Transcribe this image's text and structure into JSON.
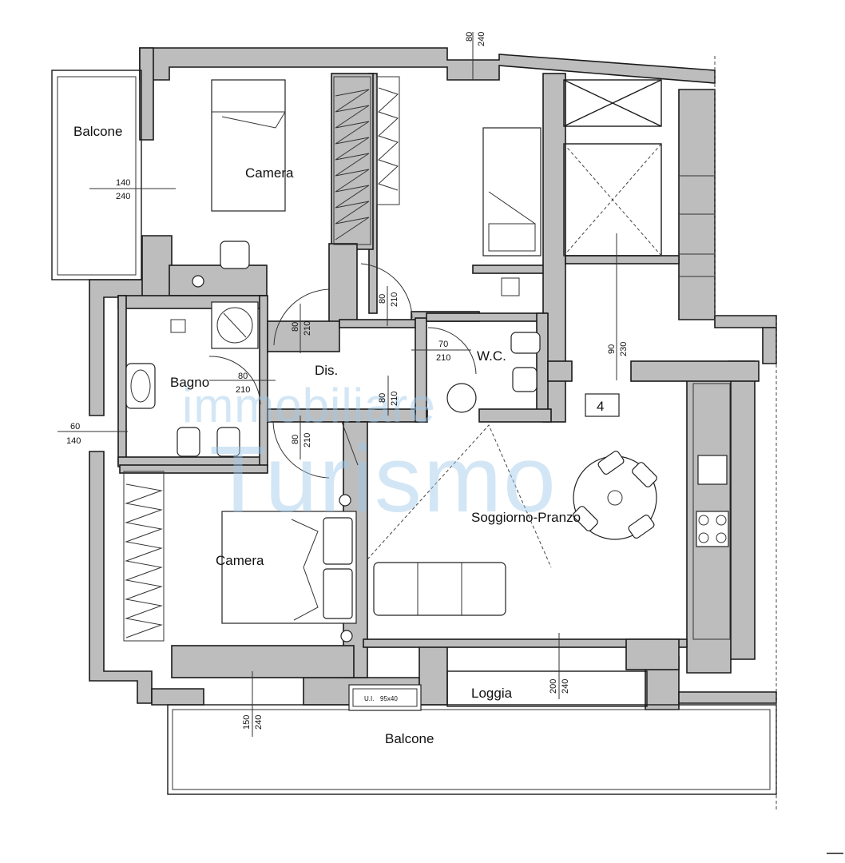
{
  "rooms": {
    "balcone_top": "Balcone",
    "camera_top": "Camera",
    "bagno": "Bagno",
    "dis": "Dis.",
    "wc": "W.C.",
    "camera_bottom": "Camera",
    "soggiorno": "Soggiorno-Pranzo",
    "loggia": "Loggia",
    "balcone_bottom": "Balcone"
  },
  "dimensions": {
    "top_door_w": "80",
    "top_door_h": "240",
    "balcone_win_w": "140",
    "balcone_win_h": "240",
    "cam_door_w": "80",
    "cam_door_h": "210",
    "room2_door_w": "80",
    "room2_door_h": "210",
    "wc_door_w": "70",
    "wc_door_h": "210",
    "bagno_door_w": "80",
    "bagno_door_h": "210",
    "dis_door_w": "80",
    "dis_door_h": "210",
    "cam2_door_w": "80",
    "cam2_door_h": "210",
    "entry_w": "90",
    "entry_h": "230",
    "left_win_w": "60",
    "left_win_h": "140",
    "cam2_win_w": "150",
    "cam2_win_h": "240",
    "loggia_win_w": "200",
    "loggia_win_h": "240",
    "ui_label": "U.I.",
    "ui_size": "95x40"
  },
  "unit_number": "4",
  "watermark": {
    "line1": "immobiliare",
    "line2": "Turismo"
  }
}
